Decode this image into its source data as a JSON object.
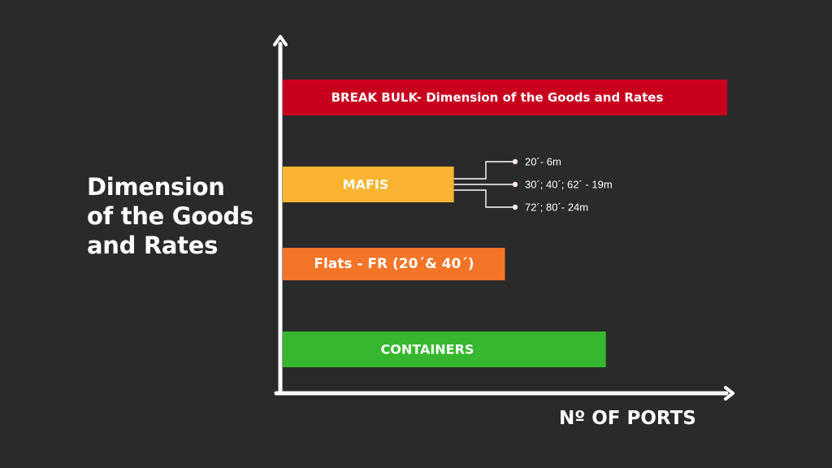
{
  "side_title_lines": [
    "Dimension",
    "of the Goods",
    "and Rates"
  ],
  "chart_data": {
    "type": "bar",
    "orientation": "horizontal",
    "title": "",
    "xlabel": "Nº OF PORTS",
    "ylabel": "",
    "grid": false,
    "axis_ticks": false,
    "bars": [
      {
        "label": "BREAK BULK- Dimension of the Goods and Rates",
        "value": 1.0,
        "color": "#c8001e"
      },
      {
        "label": "MAFIS",
        "value": 0.385,
        "color": "#fbb431",
        "annotations": [
          "20´- 6m",
          "30´; 40´; 62´ - 19m",
          "72´;  80´- 24m"
        ]
      },
      {
        "label": "Flats - FR (20´& 40´)",
        "value": 0.5,
        "color": "#f47428"
      },
      {
        "label": "CONTAINERS",
        "value": 0.727,
        "color": "#37b72f"
      }
    ],
    "xlim": [
      0,
      1
    ]
  },
  "colors": {
    "background": "#2a2a2a",
    "axis": "#ffffff",
    "text": "#ffffff",
    "connector": "#ffffff"
  }
}
